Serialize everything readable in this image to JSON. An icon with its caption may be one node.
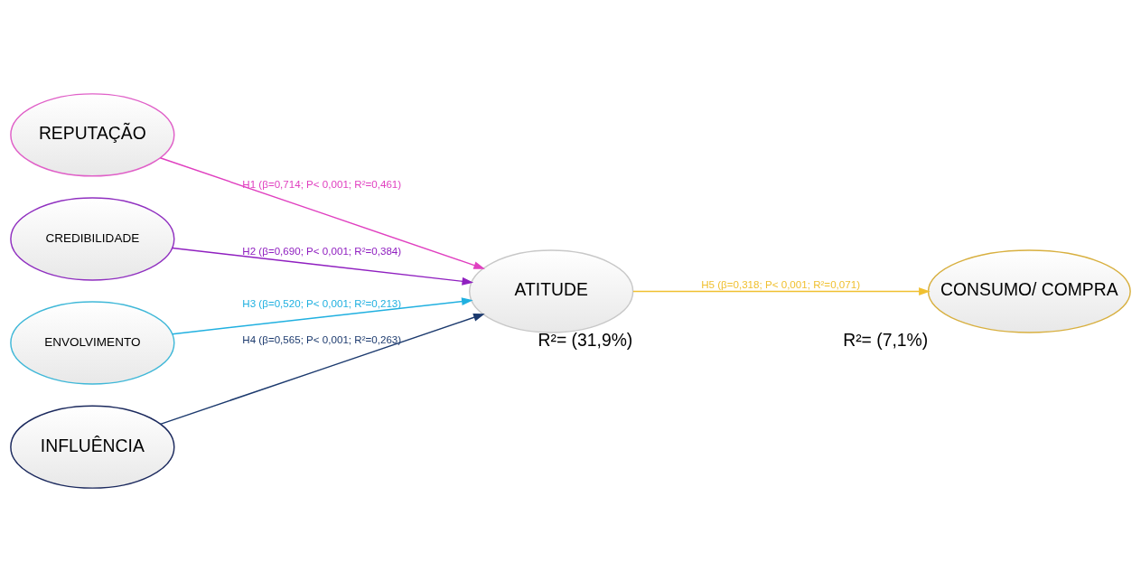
{
  "diagram": {
    "nodes": [
      {
        "text": [
          "REPUTAÇÃO"
        ]
      },
      {
        "text": [
          "CREDIBILIDADE"
        ]
      },
      {
        "text": [
          "ENVOLVIMENTO"
        ]
      },
      {
        "text": [
          "INFLUÊNCIA"
        ]
      },
      {
        "text": [
          "ATITUDE"
        ],
        "beside": [
          "R²= (31,9%)"
        ]
      },
      {
        "text": [
          "CONSUMO/ COMPRA"
        ],
        "beside": [
          "R²= (7,1%)"
        ]
      }
    ],
    "edges": [
      {
        "from": 0,
        "to": 4,
        "arrow": "to",
        "label": "H1 (β=0,714; P< 0,001; R²=0,461)",
        "color": "#e040c0"
      },
      {
        "from": 1,
        "to": 4,
        "arrow": "to",
        "label": "H2 (β=0,690; P< 0,001; R²=0,384)",
        "color": "#9020c0"
      },
      {
        "from": 2,
        "to": 4,
        "arrow": "to",
        "label": "H3 (β=0,520; P< 0,001; R²=0,213)",
        "color": "#20b0e0"
      },
      {
        "from": 3,
        "to": 4,
        "arrow": "to",
        "label": "H4 (β=0,565; P< 0,001; R²=0,263)",
        "color": "#1c3a6e"
      },
      {
        "from": 4,
        "to": 5,
        "arrow": "to",
        "label": "H5 (β=0,318; P< 0,001; R²=0,071)",
        "color": "#f0c030"
      }
    ]
  }
}
